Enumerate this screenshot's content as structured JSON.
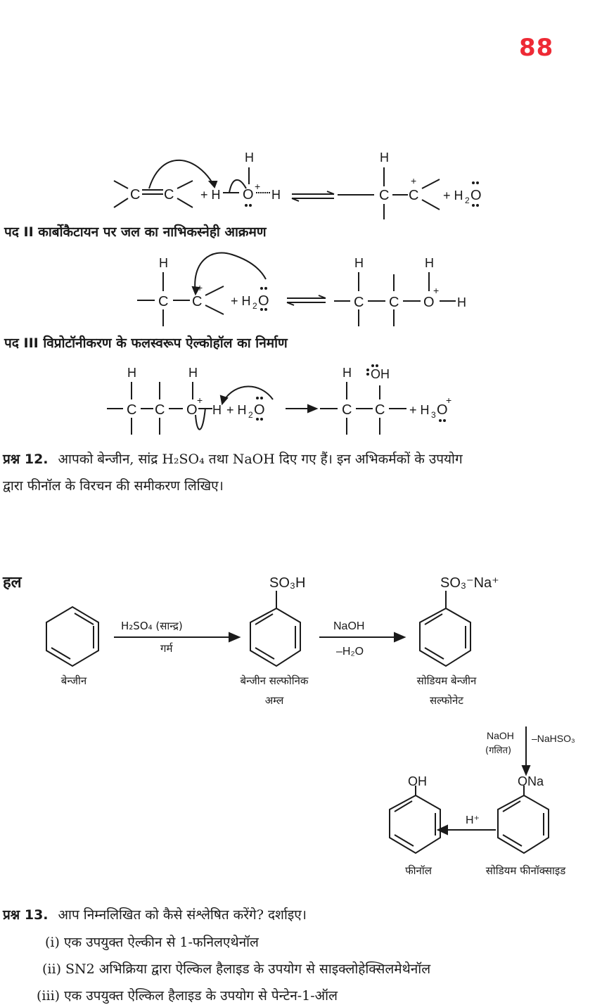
{
  "page_number": "88",
  "mechanism": {
    "step2_heading": "पद II कार्बोकैटायन पर जल का नाभिकस्नेही आक्रमण",
    "step3_heading": "पद III विप्रोटॉनीकरण के फलस्वरूप ऐल्कोहॉल का निर्माण",
    "eq1": {
      "reactant_extra": "+ H—O—H",
      "product_extra": "+ H2O"
    },
    "eq2": {
      "reactant_extra": "+ H2O"
    },
    "eq3": {
      "reactant_extra": "+ H2O",
      "product_extra": "+ H3O+"
    }
  },
  "question12": {
    "label": "प्रश्न 12.",
    "line1": "आपको बेन्जीन, सांद्र H₂SO₄ तथा NaOH दिए गए हैं। इन अभिकर्मकों के उपयोग",
    "line2": "द्वारा फीनॉल के विरचन की समीकरण लिखिए।"
  },
  "solution": {
    "label": "हल",
    "benzene": "बेन्जीन",
    "step1_reagent_top": "H₂SO₄ (सान्द्र)",
    "step1_reagent_bottom": "गर्म",
    "sulfonic_group": "SO₃H",
    "sulfonic_name_1": "बेन्जीन सल्फोनिक",
    "sulfonic_name_2": "अम्ल",
    "step2_reagent_top": "NaOH",
    "step2_reagent_bottom": "–H₂O",
    "sulfonate_group": "SO₃⁻Na⁺",
    "sulfonate_name_1": "सोडियम बेन्जीन",
    "sulfonate_name_2": "सल्फोनेट",
    "step3_reagent_left": "NaOH",
    "step3_reagent_left2": "(गलित)",
    "step3_reagent_right": "–NaHSO₃",
    "phenoxide_group": "ONa",
    "phenoxide_name": "सोडियम फीनॉक्साइड",
    "step4_reagent": "H⁺",
    "phenol_group": "OH",
    "phenol_name": "फीनॉल"
  },
  "question13": {
    "label": "प्रश्न 13.",
    "text": "आप निम्नलिखित को कैसे संश्लेषित करेंगे? दर्शाइए।",
    "items": [
      {
        "num": "(i)",
        "text": "एक उपयुक्त ऐल्कीन से 1-फनिलएथेनॉल"
      },
      {
        "num": "(ii)",
        "text": "SN2 अभिक्रिया द्वारा ऐल्किल हैलाइड के उपयोग से साइक्लोहेक्सिलमेथेनॉल"
      },
      {
        "num": "(iii)",
        "text": "एक उपयुक्त ऐल्किल हैलाइड के उपयोग से पेन्टेन-1-ऑल"
      }
    ]
  }
}
